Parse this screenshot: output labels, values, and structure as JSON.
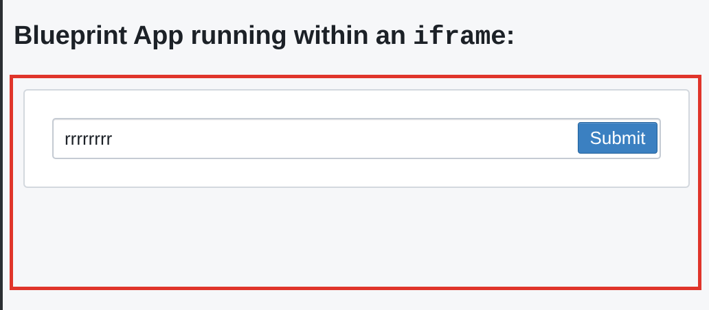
{
  "page": {
    "title_prefix": "Blueprint App running within an ",
    "title_code": "iframe",
    "title_suffix": ":"
  },
  "form": {
    "input_value": "rrrrrrrr",
    "submit_label": "Submit"
  },
  "colors": {
    "frame_border": "#e0352b",
    "button_bg": "#3b80c1",
    "page_bg": "#f6f7f9"
  }
}
